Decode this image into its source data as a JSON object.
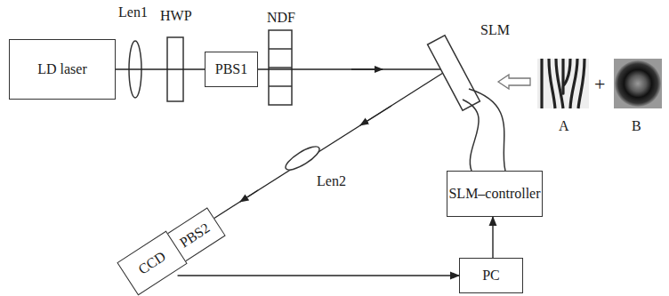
{
  "diagram": {
    "nodes": [
      {
        "text": [
          "LD laser"
        ]
      },
      {
        "text": [
          "PBS1"
        ]
      },
      {
        "text": [
          "SLM–controller"
        ]
      },
      {
        "text": [
          "PBS2"
        ]
      },
      {
        "text": [
          "CCD"
        ]
      },
      {
        "text": [
          "PC"
        ]
      }
    ],
    "edges": [
      {
        "from": 4,
        "to": 5,
        "arrow": "to"
      },
      {
        "from": 5,
        "to": 2,
        "arrow": "to"
      }
    ],
    "labels": [
      "Len1",
      "HWP",
      "NDF",
      "SLM",
      "A",
      "+",
      "B",
      "Len2"
    ]
  }
}
